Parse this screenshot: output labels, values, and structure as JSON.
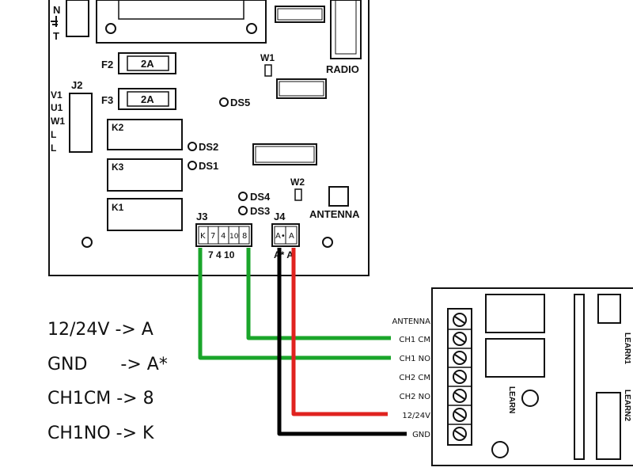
{
  "colors": {
    "green_wire": "#1aa52a",
    "red_wire": "#e0231f",
    "black_wire": "#000000",
    "ink": "#111111"
  },
  "main_board": {
    "left_edge_labels": [
      "N",
      "T"
    ],
    "ground_symbol": "ground-icon",
    "fuses": [
      {
        "designator": "F2",
        "rating": "2A"
      },
      {
        "designator": "F3",
        "rating": "2A"
      }
    ],
    "j2": {
      "label": "J2",
      "pins": [
        "V1",
        "U1",
        "W1",
        "L",
        "L"
      ]
    },
    "relays": [
      "K2",
      "K3",
      "K1"
    ],
    "leds": [
      "DS5",
      "DS2",
      "DS1",
      "DS4",
      "DS3"
    ],
    "jumpers": [
      "W1",
      "W2"
    ],
    "radio_label": "RADIO",
    "antenna_label": "ANTENNA",
    "j3": {
      "label": "J3",
      "pins": [
        "K",
        "7",
        "4",
        "10",
        "8"
      ],
      "below": "7 4 10"
    },
    "j4": {
      "label": "J4",
      "pins": [
        "A•",
        "A"
      ],
      "below": "A* A"
    }
  },
  "receiver": {
    "terminals": [
      "ANTENNA",
      "CH1 CM",
      "CH1 NO",
      "CH2 CM",
      "CH2 NO",
      "12/24V",
      "GND"
    ],
    "learn_labels": [
      "LEARN",
      "LEARN1",
      "LEARN2"
    ]
  },
  "notes": [
    "12/24V -> A",
    "GND      -> A*",
    "CH1CM -> 8",
    "CH1NO -> K"
  ]
}
